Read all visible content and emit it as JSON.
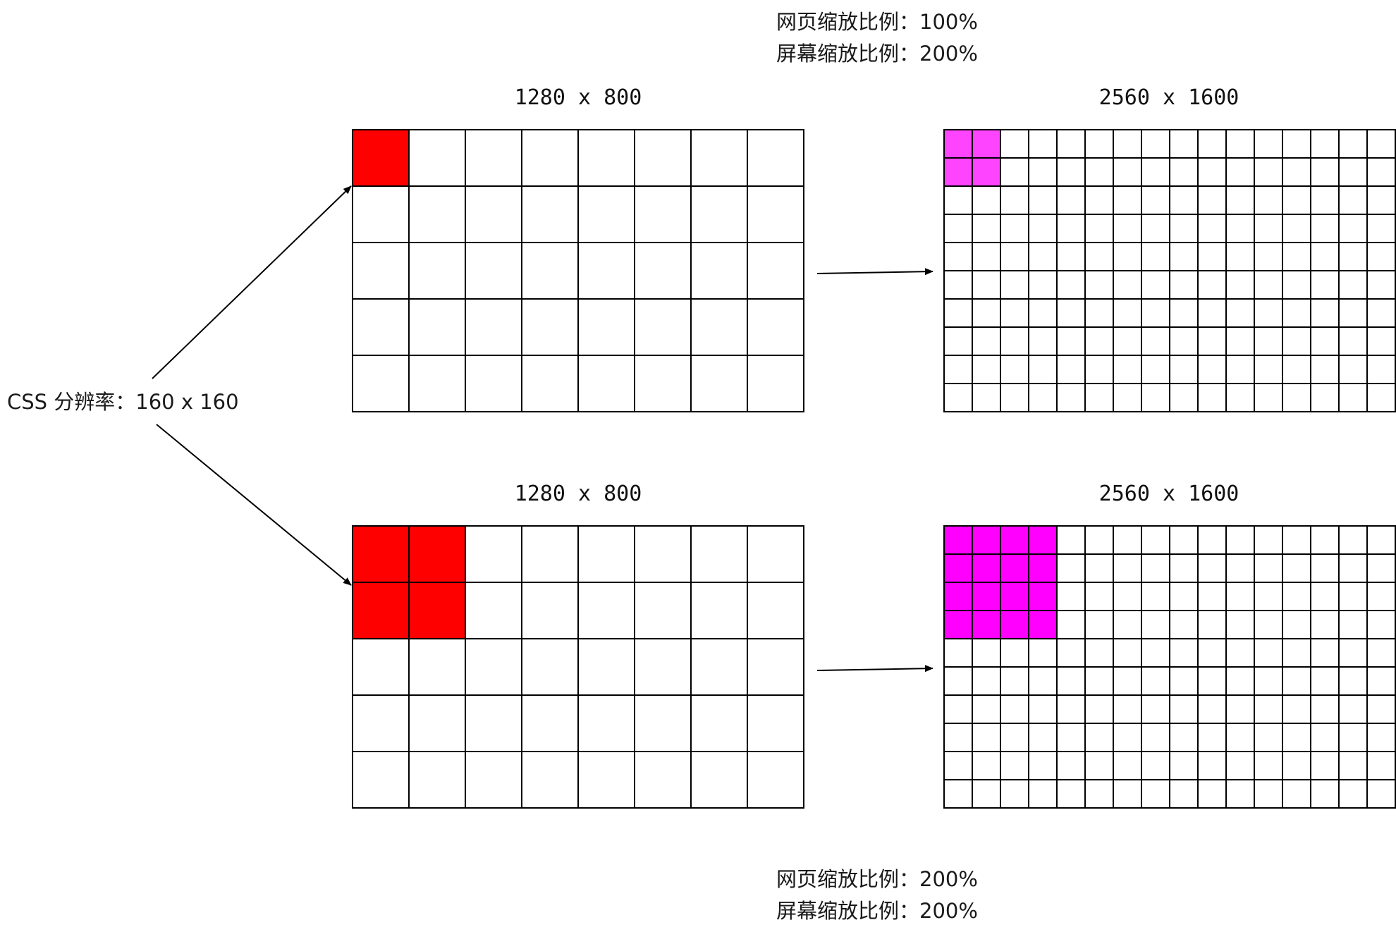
{
  "left_label": "CSS 分辨率：160 x 160",
  "top_caption": {
    "line1": "网页缩放比例：100%",
    "line2": "屏幕缩放比例：200%"
  },
  "bottom_caption": {
    "line1": "网页缩放比例：200%",
    "line2": "屏幕缩放比例：200%"
  },
  "top_row": {
    "css_grid": {
      "title": "1280 x 800",
      "cols": 8,
      "rows": 5,
      "fill_cols": 1,
      "fill_rows": 1
    },
    "device_grid": {
      "title": "2560 x 1600",
      "cols": 16,
      "rows": 10,
      "fill_cols": 2,
      "fill_rows": 2
    }
  },
  "bottom_row": {
    "css_grid": {
      "title": "1280 x 800",
      "cols": 8,
      "rows": 5,
      "fill_cols": 2,
      "fill_rows": 2
    },
    "device_grid": {
      "title": "2560 x 1600",
      "cols": 16,
      "rows": 10,
      "fill_cols": 4,
      "fill_rows": 4
    }
  },
  "colors": {
    "css_fill": "#ff0000",
    "device_fill_light": "#ff44ff",
    "device_fill_strong": "#ff00ff",
    "grid_line": "#000000",
    "background": "#ffffff"
  }
}
